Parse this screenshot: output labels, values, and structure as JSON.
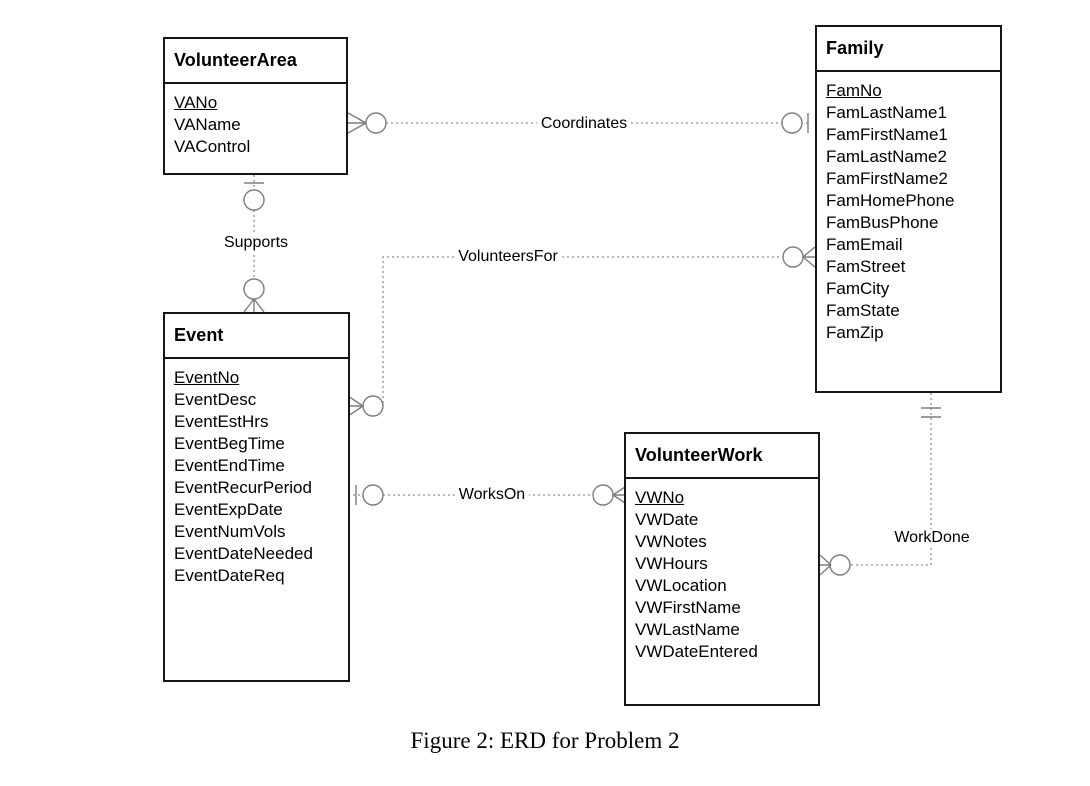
{
  "diagram": {
    "caption": "Figure 2: ERD for Problem 2",
    "entities": [
      {
        "id": "volunteer-area",
        "title": "VolunteerArea",
        "primary_key": "VANo",
        "attributes": [
          "VANo",
          "VAName",
          "VAControl"
        ]
      },
      {
        "id": "family",
        "title": "Family",
        "primary_key": "FamNo",
        "attributes": [
          "FamNo",
          "FamLastName1",
          "FamFirstName1",
          "FamLastName2",
          "FamFirstName2",
          "FamHomePhone",
          "FamBusPhone",
          "FamEmail",
          "FamStreet",
          "FamCity",
          "FamState",
          "FamZip"
        ]
      },
      {
        "id": "event",
        "title": "Event",
        "primary_key": "EventNo",
        "attributes": [
          "EventNo",
          "EventDesc",
          "EventEstHrs",
          "EventBegTime",
          "EventEndTime",
          "EventRecurPeriod",
          "EventExpDate",
          "EventNumVols",
          "EventDateNeeded",
          "EventDateReq"
        ]
      },
      {
        "id": "volunteer-work",
        "title": "VolunteerWork",
        "primary_key": "VWNo",
        "attributes": [
          "VWNo",
          "VWDate",
          "VWNotes",
          "VWHours",
          "VWLocation",
          "VWFirstName",
          "VWLastName",
          "VWDateEntered"
        ]
      }
    ],
    "relationships": [
      {
        "name": "Coordinates",
        "end1_entity": "VolunteerArea",
        "end1_cardinality": "zero-or-many",
        "end2_entity": "Family",
        "end2_cardinality": "zero-or-one"
      },
      {
        "name": "Supports",
        "end1_entity": "VolunteerArea",
        "end1_cardinality": "zero-or-one",
        "end2_entity": "Event",
        "end2_cardinality": "zero-or-many"
      },
      {
        "name": "VolunteersFor",
        "end1_entity": "Event",
        "end1_cardinality": "zero-or-many",
        "end2_entity": "Family",
        "end2_cardinality": "zero-or-many"
      },
      {
        "name": "WorksOn",
        "end1_entity": "Event",
        "end1_cardinality": "zero-or-one",
        "end2_entity": "VolunteerWork",
        "end2_cardinality": "zero-or-many"
      },
      {
        "name": "WorkDone",
        "end1_entity": "Family",
        "end1_cardinality": "one-and-only-one",
        "end2_entity": "VolunteerWork",
        "end2_cardinality": "zero-or-many"
      }
    ],
    "colors": {
      "background": "#ffffff",
      "entity_border": "#161616",
      "connector_line": "#8a8a8a",
      "text": "#000000"
    }
  }
}
